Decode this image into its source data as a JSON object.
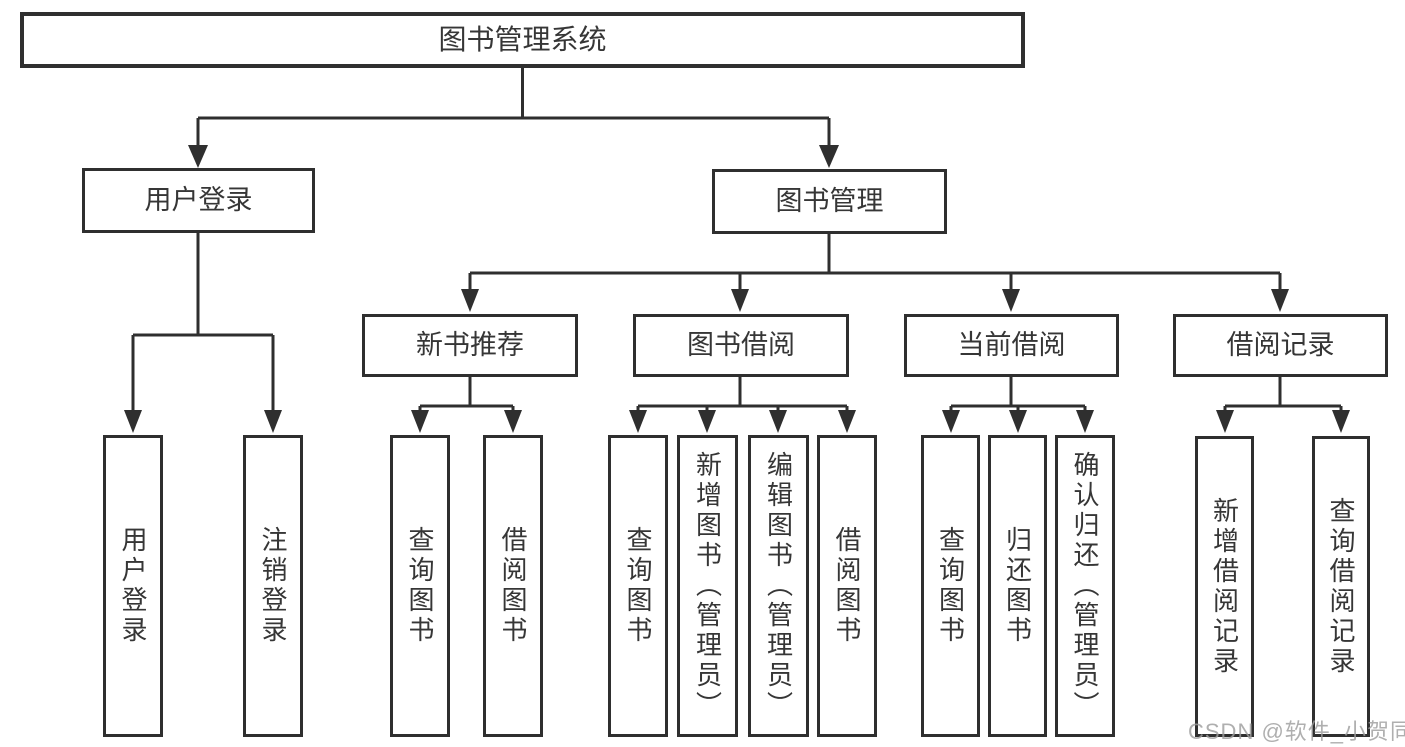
{
  "diagram_type": "functional-structure-tree",
  "tree": {
    "label": "图书管理系统",
    "children": [
      {
        "label": "用户登录",
        "children": [
          {
            "label": "用户登录"
          },
          {
            "label": "注销登录"
          }
        ]
      },
      {
        "label": "图书管理",
        "children": [
          {
            "label": "新书推荐",
            "children": [
              {
                "label": "查询图书"
              },
              {
                "label": "借阅图书"
              }
            ]
          },
          {
            "label": "图书借阅",
            "children": [
              {
                "label": "查询图书"
              },
              {
                "label": "新增图书（管理员）"
              },
              {
                "label": "编辑图书（管理员）"
              },
              {
                "label": "借阅图书"
              }
            ]
          },
          {
            "label": "当前借阅",
            "children": [
              {
                "label": "查询图书"
              },
              {
                "label": "归还图书"
              },
              {
                "label": "确认归还（管理员）"
              }
            ]
          },
          {
            "label": "借阅记录",
            "children": [
              {
                "label": "新增借阅记录"
              },
              {
                "label": "查询借阅记录"
              }
            ]
          }
        ]
      }
    ]
  },
  "watermark": {
    "text": "CSDN @软件_小贺同学"
  },
  "colors": {
    "border_color": "#2f2f2f",
    "line_color": "#2f2f2f",
    "text_color": "#363636",
    "watermark_color": "#9e9e9e",
    "canvas_bg": "#ffffff"
  }
}
